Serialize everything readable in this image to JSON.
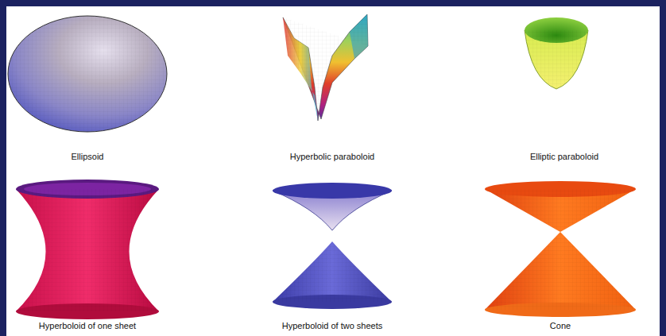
{
  "diagram": {
    "labels": [
      "Ellipsoid",
      "Hyperbolic paraboloid",
      "Elliptic paraboloid",
      "Hyperboloid of one sheet",
      "Hyperboloid of two sheets",
      "Cone"
    ]
  }
}
